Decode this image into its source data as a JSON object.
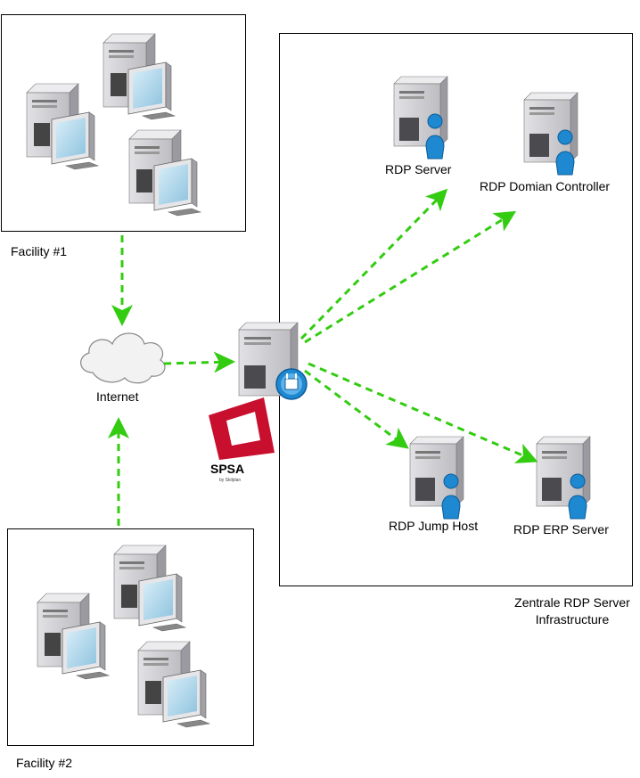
{
  "colors": {
    "arrow": "#33cc11",
    "box_border": "#000000",
    "tower_light": "#d6d6d9",
    "tower_dark": "#8a8a90",
    "screen": "#a9d3ea",
    "badge_blue": "#1e88d0",
    "spsa_red": "#c8102e"
  },
  "labels": {
    "facility_1": "Facility #1",
    "facility_2": "Facility #2",
    "internet": "Internet",
    "rdp_server": "RDP Server",
    "rdp_domain_controller": "RDP Domian Controller",
    "rdp_jump_host": "RDP Jump Host",
    "rdp_erp_server": "RDP ERP Server",
    "infra_line1": "Zentrale RDP Server",
    "infra_line2": "Infrastructure",
    "spsa_logo_text": "SPSA",
    "spsa_logo_sub": "by Skilplan"
  },
  "icons": {
    "workstation": "workstation-icon",
    "cloud": "cloud-icon",
    "rdp_server": "rdp-user-server-icon",
    "gateway": "firewall-gateway-icon",
    "logo": "spsa-logo"
  }
}
